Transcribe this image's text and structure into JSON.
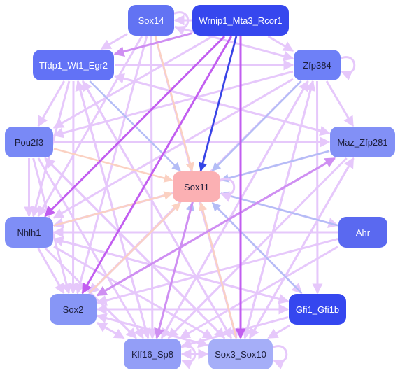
{
  "colors": {
    "edge_light": "#e6c8fb",
    "edge_medium": "#cf8ff2",
    "edge_strong": "#c25ef0",
    "edge_blue_light": "#b4bdf6",
    "edge_blue_strong": "#3346e6",
    "edge_peach": "#fbd1c2",
    "center_fill": "#fbb0b3",
    "text_dark": "#1b1d3a",
    "text_light": "#ffffff"
  },
  "nodes": [
    {
      "id": "sox14",
      "label": "Sox14",
      "fill": "#6273f3",
      "text": "light"
    },
    {
      "id": "wrnip1",
      "label": "Wrnip1_Mta3_Rcor1",
      "fill": "#3647ee",
      "text": "light"
    },
    {
      "id": "tfdp1",
      "label": "Tfdp1_Wt1_Egr2",
      "fill": "#6272f6",
      "text": "light"
    },
    {
      "id": "zfp384",
      "label": "Zfp384",
      "fill": "#6e80f7",
      "text": "dark"
    },
    {
      "id": "pou2f3",
      "label": "Pou2f3",
      "fill": "#7989f6",
      "text": "dark"
    },
    {
      "id": "maz",
      "label": "Maz_Zfp281",
      "fill": "#8290f6",
      "text": "dark"
    },
    {
      "id": "sox11",
      "label": "Sox11",
      "fill": "#fbb0b3",
      "text": "dark"
    },
    {
      "id": "nhlh1",
      "label": "Nhlh1",
      "fill": "#7f8ef6",
      "text": "dark"
    },
    {
      "id": "ahr",
      "label": "Ahr",
      "fill": "#5a69f0",
      "text": "light"
    },
    {
      "id": "sox2",
      "label": "Sox2",
      "fill": "#8796f6",
      "text": "dark"
    },
    {
      "id": "gfi1",
      "label": "Gfi1_Gfi1b",
      "fill": "#3547ef",
      "text": "light"
    },
    {
      "id": "klf16",
      "label": "Klf16_Sp8",
      "fill": "#939ef7",
      "text": "dark"
    },
    {
      "id": "sox3",
      "label": "Sox3_Sox10",
      "fill": "#a5aef8",
      "text": "dark"
    }
  ],
  "edges": [
    {
      "from": "wrnip1",
      "to": "sox11",
      "style": "edge_blue_strong"
    },
    {
      "from": "wrnip1",
      "to": "sox2",
      "style": "edge_strong"
    },
    {
      "from": "wrnip1",
      "to": "nhlh1",
      "style": "edge_strong"
    },
    {
      "from": "wrnip1",
      "to": "sox3",
      "style": "edge_strong"
    },
    {
      "from": "wrnip1",
      "to": "klf16",
      "style": "edge_medium"
    },
    {
      "from": "wrnip1",
      "to": "sox14",
      "style": "edge_light"
    },
    {
      "from": "wrnip1",
      "to": "tfdp1",
      "style": "edge_medium"
    },
    {
      "from": "wrnip1",
      "to": "zfp384",
      "style": "edge_light"
    },
    {
      "from": "wrnip1",
      "to": "pou2f3",
      "style": "edge_light"
    },
    {
      "from": "sox14",
      "to": "sox11",
      "style": "edge_peach"
    },
    {
      "from": "sox14",
      "to": "sox2",
      "style": "edge_light"
    },
    {
      "from": "sox14",
      "to": "klf16",
      "style": "edge_light"
    },
    {
      "from": "sox14",
      "to": "nhlh1",
      "style": "edge_light"
    },
    {
      "from": "sox14",
      "to": "sox3",
      "style": "edge_light"
    },
    {
      "from": "sox14",
      "to": "tfdp1",
      "style": "edge_light"
    },
    {
      "from": "sox14",
      "to": "zfp384",
      "style": "edge_light"
    },
    {
      "from": "tfdp1",
      "to": "sox11",
      "style": "edge_blue_light"
    },
    {
      "from": "tfdp1",
      "to": "zfp384",
      "style": "edge_light"
    },
    {
      "from": "tfdp1",
      "to": "maz",
      "style": "edge_light"
    },
    {
      "from": "tfdp1",
      "to": "sox2",
      "style": "edge_light"
    },
    {
      "from": "tfdp1",
      "to": "klf16",
      "style": "edge_light"
    },
    {
      "from": "tfdp1",
      "to": "sox3",
      "style": "edge_light"
    },
    {
      "from": "tfdp1",
      "to": "pou2f3",
      "style": "edge_light"
    },
    {
      "from": "tfdp1",
      "to": "nhlh1",
      "style": "edge_light"
    },
    {
      "from": "zfp384",
      "to": "sox11",
      "style": "edge_blue_light"
    },
    {
      "from": "zfp384",
      "to": "sox2",
      "style": "edge_light"
    },
    {
      "from": "zfp384",
      "to": "klf16",
      "style": "edge_light"
    },
    {
      "from": "zfp384",
      "to": "sox3",
      "style": "edge_light"
    },
    {
      "from": "zfp384",
      "to": "nhlh1",
      "style": "edge_light"
    },
    {
      "from": "zfp384",
      "to": "pou2f3",
      "style": "edge_light"
    },
    {
      "from": "zfp384",
      "to": "maz",
      "style": "edge_light"
    },
    {
      "from": "zfp384",
      "to": "gfi1",
      "style": "edge_light"
    },
    {
      "from": "pou2f3",
      "to": "sox11",
      "style": "edge_peach"
    },
    {
      "from": "pou2f3",
      "to": "sox2",
      "style": "edge_light"
    },
    {
      "from": "pou2f3",
      "to": "klf16",
      "style": "edge_light"
    },
    {
      "from": "pou2f3",
      "to": "sox3",
      "style": "edge_light"
    },
    {
      "from": "pou2f3",
      "to": "nhlh1",
      "style": "edge_light"
    },
    {
      "from": "pou2f3",
      "to": "maz",
      "style": "edge_light"
    },
    {
      "from": "maz",
      "to": "sox11",
      "style": "edge_blue_light"
    },
    {
      "from": "maz",
      "to": "sox2",
      "style": "edge_medium"
    },
    {
      "from": "maz",
      "to": "klf16",
      "style": "edge_light"
    },
    {
      "from": "maz",
      "to": "sox3",
      "style": "edge_light"
    },
    {
      "from": "maz",
      "to": "nhlh1",
      "style": "edge_light"
    },
    {
      "from": "maz",
      "to": "tfdp1",
      "style": "edge_light"
    },
    {
      "from": "nhlh1",
      "to": "sox11",
      "style": "edge_peach"
    },
    {
      "from": "nhlh1",
      "to": "sox2",
      "style": "edge_light"
    },
    {
      "from": "nhlh1",
      "to": "klf16",
      "style": "edge_light"
    },
    {
      "from": "nhlh1",
      "to": "sox3",
      "style": "edge_light"
    },
    {
      "from": "nhlh1",
      "to": "gfi1",
      "style": "edge_light"
    },
    {
      "from": "ahr",
      "to": "sox11",
      "style": "edge_blue_light"
    },
    {
      "from": "ahr",
      "to": "sox2",
      "style": "edge_light"
    },
    {
      "from": "ahr",
      "to": "klf16",
      "style": "edge_light"
    },
    {
      "from": "ahr",
      "to": "nhlh1",
      "style": "edge_light"
    },
    {
      "from": "sox2",
      "to": "sox11",
      "style": "edge_peach"
    },
    {
      "from": "sox2",
      "to": "klf16",
      "style": "edge_light"
    },
    {
      "from": "sox2",
      "to": "sox3",
      "style": "edge_light"
    },
    {
      "from": "sox2",
      "to": "gfi1",
      "style": "edge_light"
    },
    {
      "from": "sox2",
      "to": "maz",
      "style": "edge_medium"
    },
    {
      "from": "gfi1",
      "to": "sox11",
      "style": "edge_blue_light"
    },
    {
      "from": "gfi1",
      "to": "sox2",
      "style": "edge_light"
    },
    {
      "from": "gfi1",
      "to": "klf16",
      "style": "edge_light"
    },
    {
      "from": "gfi1",
      "to": "sox3",
      "style": "edge_light"
    },
    {
      "from": "gfi1",
      "to": "nhlh1",
      "style": "edge_light"
    },
    {
      "from": "klf16",
      "to": "sox11",
      "style": "edge_blue_light"
    },
    {
      "from": "klf16",
      "to": "sox3",
      "style": "edge_light"
    },
    {
      "from": "klf16",
      "to": "sox2",
      "style": "edge_light"
    },
    {
      "from": "klf16",
      "to": "zfp384",
      "style": "edge_light"
    },
    {
      "from": "klf16",
      "to": "tfdp1",
      "style": "edge_light"
    },
    {
      "from": "sox3",
      "to": "sox11",
      "style": "edge_peach"
    },
    {
      "from": "sox3",
      "to": "klf16",
      "style": "edge_light"
    },
    {
      "from": "sox3",
      "to": "sox2",
      "style": "edge_light"
    },
    {
      "from": "sox3",
      "to": "maz",
      "style": "edge_light"
    },
    {
      "from": "sox3",
      "to": "zfp384",
      "style": "edge_light"
    },
    {
      "from": "sox3",
      "to": "pou2f3",
      "style": "edge_light"
    },
    {
      "from": "sox3",
      "to": "tfdp1",
      "style": "edge_light"
    },
    {
      "from": "sox11",
      "to": "sox2",
      "style": "edge_light"
    },
    {
      "from": "sox11",
      "to": "sox3",
      "style": "edge_light"
    },
    {
      "from": "sox11",
      "to": "nhlh1",
      "style": "edge_light"
    },
    {
      "from": "sox11",
      "to": "gfi1",
      "style": "edge_light"
    },
    {
      "from": "sox11",
      "to": "ahr",
      "style": "edge_light"
    }
  ],
  "self_loops": [
    "sox14",
    "zfp384",
    "sox3",
    "sox11",
    "klf16"
  ]
}
